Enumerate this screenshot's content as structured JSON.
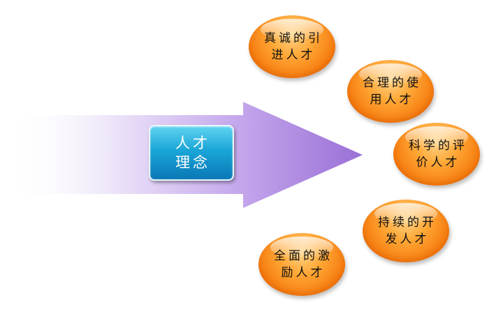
{
  "center": {
    "line1": "人才",
    "line2": "理念"
  },
  "bubbles": [
    {
      "line1": "真诚的引",
      "line2": "进人才"
    },
    {
      "line1": "合理的使",
      "line2": "用人才"
    },
    {
      "line1": "科学的评",
      "line2": "价人才"
    },
    {
      "line1": "持续的开",
      "line2": "发人才"
    },
    {
      "line1": "全面的激",
      "line2": "励人才"
    }
  ],
  "colors": {
    "arrow_start": "#ffffff",
    "arrow_end": "#9a6fd6",
    "center_box": "#1aa6d8",
    "bubble": "#f7901e"
  }
}
